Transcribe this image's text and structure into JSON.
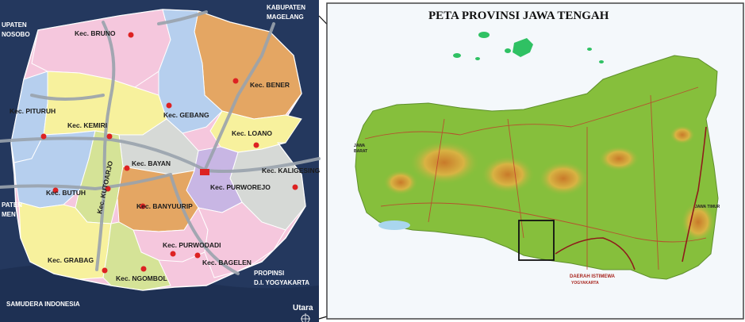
{
  "colors": {
    "sea": "#24385e",
    "pink": "#f5c7dd",
    "yellow": "#f7f19d",
    "lightblue": "#b6cfee",
    "orange": "#e4a663",
    "lightgreen": "#d5e397",
    "lilac": "#c8b6e4",
    "gray": "#d6d9d6",
    "road": "#9aa3ad",
    "marker": "#dd2222",
    "java": "#86bf3c",
    "inset_sea": "#f4f8fb",
    "island": "#2fc163"
  },
  "left_map": {
    "districts": [
      {
        "name": "Kec. BRUNO"
      },
      {
        "name": "Kec. BENER"
      },
      {
        "name": "Kec. GEBANG"
      },
      {
        "name": "Kec. PITURUH"
      },
      {
        "name": "Kec. KEMIRI"
      },
      {
        "name": "Kec. LOANO"
      },
      {
        "name": "Kec. BAYAN"
      },
      {
        "name": "Kec. KALIGESING"
      },
      {
        "name": "Kec. BUTUH"
      },
      {
        "name": "Kec. KUTOARJO"
      },
      {
        "name": "Kec. PURWOREJO"
      },
      {
        "name": "Kec. BANYUURIP"
      },
      {
        "name": "Kec. PURWODADI"
      },
      {
        "name": "Kec. GRABAG"
      },
      {
        "name": "Kec. NGOMBOL"
      },
      {
        "name": "Kec. BAGELEN"
      }
    ],
    "edge_labels": {
      "wonosobo_1": "UPATEN",
      "wonosobo_2": "NOSOBO",
      "magelang_1": "KABUPATEN",
      "magelang_2": "MAGELANG",
      "kebumen_1": "PATEN",
      "kebumen_2": "MEN",
      "yogya_1": "PROPINSI",
      "yogya_2": "D.I. YOGYAKARTA",
      "ocean": "SAMUDERA INDONESIA",
      "north": "Utara"
    }
  },
  "right_map": {
    "title": "PETA PROVINSI JAWA TENGAH",
    "west_1": "JAWA",
    "west_2": "BARAT",
    "east": "JAWA TIMUR",
    "yogya_1": "DAERAH ISTIMEWA",
    "yogya_2": "YOGYAKARTA"
  }
}
